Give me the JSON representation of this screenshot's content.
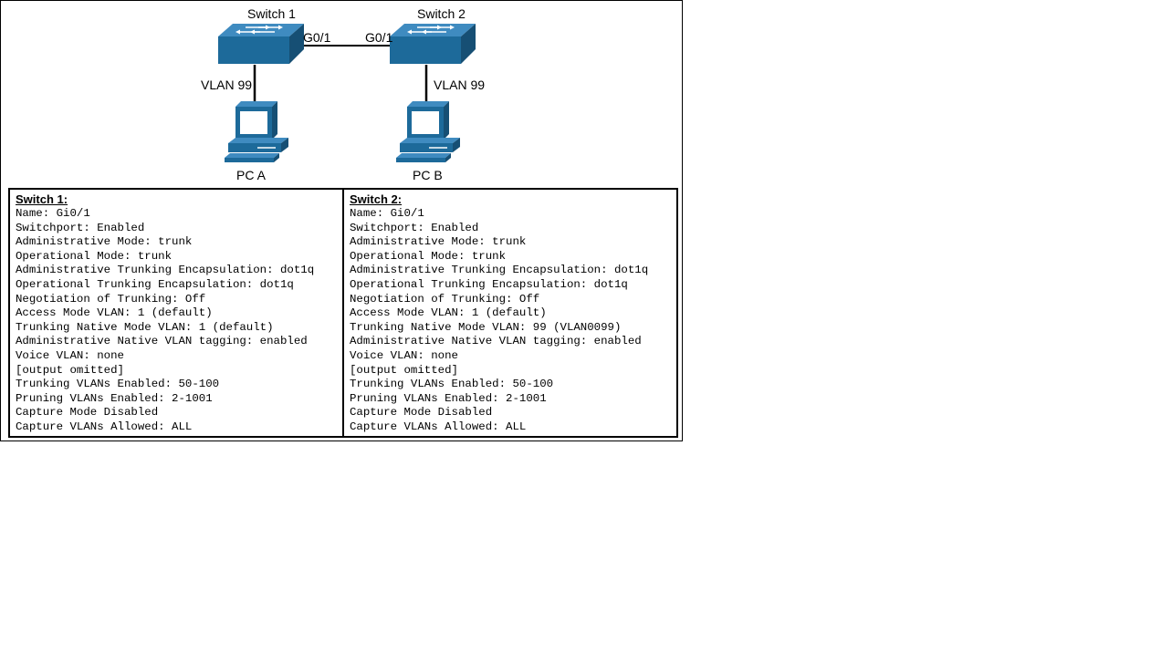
{
  "diagram": {
    "switch1": {
      "label": "Switch 1",
      "port": "G0/1",
      "vlan": "VLAN 99"
    },
    "switch2": {
      "label": "Switch 2",
      "port": "G0/1",
      "vlan": "VLAN 99"
    },
    "pc_a": {
      "label": "PC A"
    },
    "pc_b": {
      "label": "PC B"
    },
    "device_color": "#1d6a9a"
  },
  "outputs": {
    "switch1": {
      "title": "Switch 1:",
      "lines": [
        "Name: Gi0/1",
        "Switchport: Enabled",
        "Administrative Mode: trunk",
        "Operational Mode: trunk",
        "Administrative Trunking Encapsulation: dot1q",
        "Operational Trunking Encapsulation: dot1q",
        "Negotiation of Trunking: Off",
        "Access Mode VLAN: 1 (default)",
        "Trunking Native Mode VLAN: 1 (default)",
        "Administrative Native VLAN tagging: enabled",
        "Voice VLAN: none",
        "[output omitted]",
        "Trunking VLANs Enabled: 50-100",
        "Pruning VLANs Enabled: 2-1001",
        "Capture Mode Disabled",
        "Capture VLANs Allowed: ALL"
      ]
    },
    "switch2": {
      "title": "Switch 2:",
      "lines": [
        "Name: Gi0/1",
        "Switchport: Enabled",
        "Administrative Mode: trunk",
        "Operational Mode: trunk",
        "Administrative Trunking Encapsulation: dot1q",
        "Operational Trunking Encapsulation: dot1q",
        "Negotiation of Trunking: Off",
        "Access Mode VLAN: 1 (default)",
        "Trunking Native Mode VLAN: 99 (VLAN0099)",
        "Administrative Native VLAN tagging: enabled",
        "Voice VLAN: none",
        "[output omitted]",
        "Trunking VLANs Enabled: 50-100",
        "Pruning VLANs Enabled: 2-1001",
        "Capture Mode Disabled",
        "Capture VLANs Allowed: ALL"
      ]
    }
  }
}
